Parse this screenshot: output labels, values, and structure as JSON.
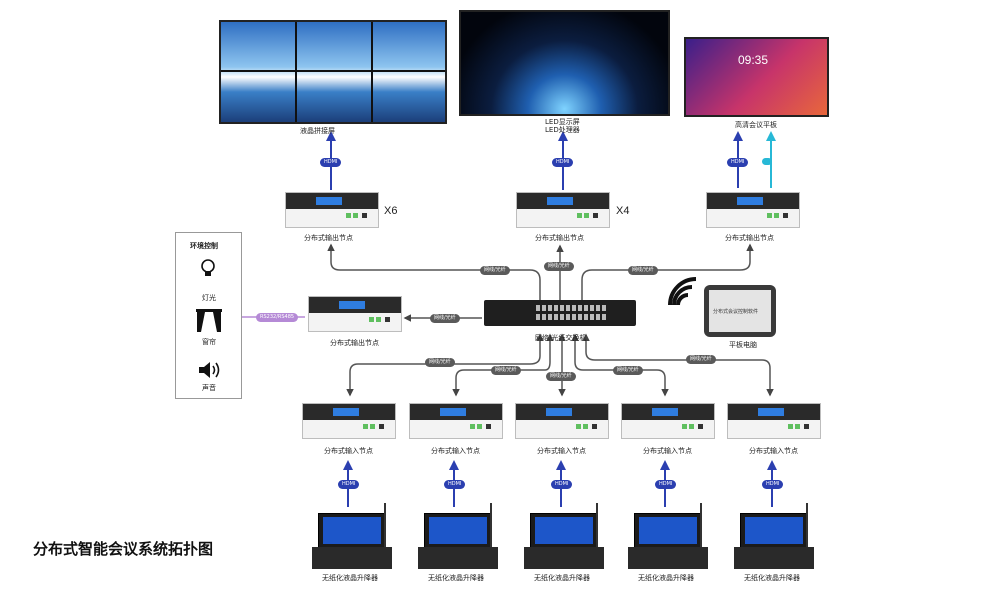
{
  "diagram_title": "分布式智能会议系统拓扑图",
  "displays": {
    "lcd_wall": "液晶拼接屏",
    "led_screen_line1": "LED显示屏",
    "led_screen_line2": "LED处理器",
    "conference_panel": "高清会议平板",
    "panel_clock": "09:35"
  },
  "output_node_label": "分布式输出节点",
  "input_node_label": "分布式输入节点",
  "lift_label": "无纸化液晶升降器",
  "switch_label": "网络/光纤交换机",
  "tablet_label": "平板电脑",
  "tablet_screen_text": "分布式会议控制软件",
  "multipliers": {
    "wall": "X6",
    "led": "X4"
  },
  "connections": {
    "hdmi": "HDMI",
    "network": "网线/光纤",
    "control_link": "RS232/RS485"
  },
  "environment": {
    "title": "环境控制",
    "items": [
      "灯光",
      "窗帘",
      "声音"
    ]
  },
  "colors": {
    "hdmi": "#2b3fb0",
    "network": "#5a5a5a",
    "control": "#b58ad6",
    "cyan": "#27b8d6"
  }
}
